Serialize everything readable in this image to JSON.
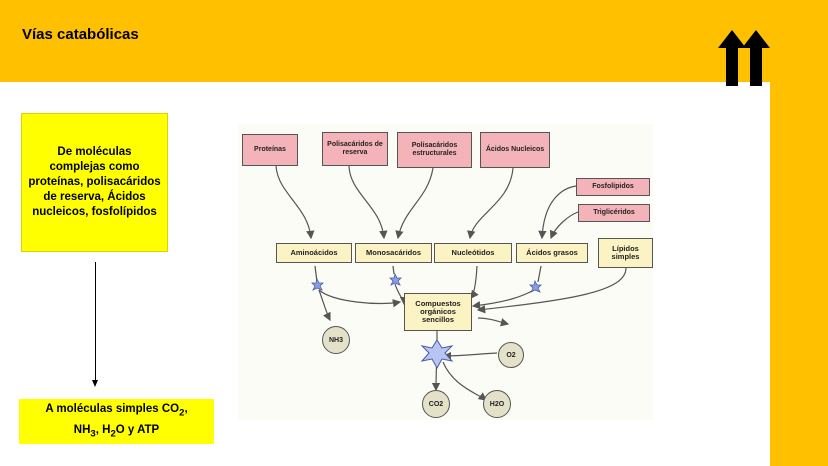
{
  "header": {
    "title": "Vías catabólicas"
  },
  "left": {
    "top_box": "De moléculas complejas como proteínas, polisacáridos de reserva, Ácidos nucleicos, fosfolípidos",
    "bottom_box": {
      "line1_prefix": "A moléculas simples CO",
      "line1_sub": "2",
      "line1_suffix": ",",
      "line2_a": "NH",
      "line2_sub1": "3",
      "line2_b": ", H",
      "line2_sub2": "2",
      "line2_c": "O y ATP"
    }
  },
  "diagram": {
    "proteinas": "Proteínas",
    "polisacaridos_reserva": "Polisacáridos de reserva",
    "polisacaridos_estructurales": "Polisacáridos estructurales",
    "acidos_nucleicos": "Ácidos Nucleicos",
    "fosfolipidos": "Fosfolípidos",
    "trigliceridos": "Triglicéridos",
    "aminoacidos": "Aminoácidos",
    "monosacaridos": "Monosacáridos",
    "nucleotidos": "Nucleótidos",
    "acidos_grasos": "Ácidos grasos",
    "lipidos_simples": "Lípidos simples",
    "compuestos": "Compuestos orgánicos sencillos",
    "nh3": "NH3",
    "o2": "O2",
    "co2": "CO2",
    "h2o": "H2O"
  },
  "colors": {
    "accent": "#FFC000",
    "highlight": "#FFFF00",
    "pink": "#f4b3b8",
    "pale": "#fbf3c4"
  }
}
